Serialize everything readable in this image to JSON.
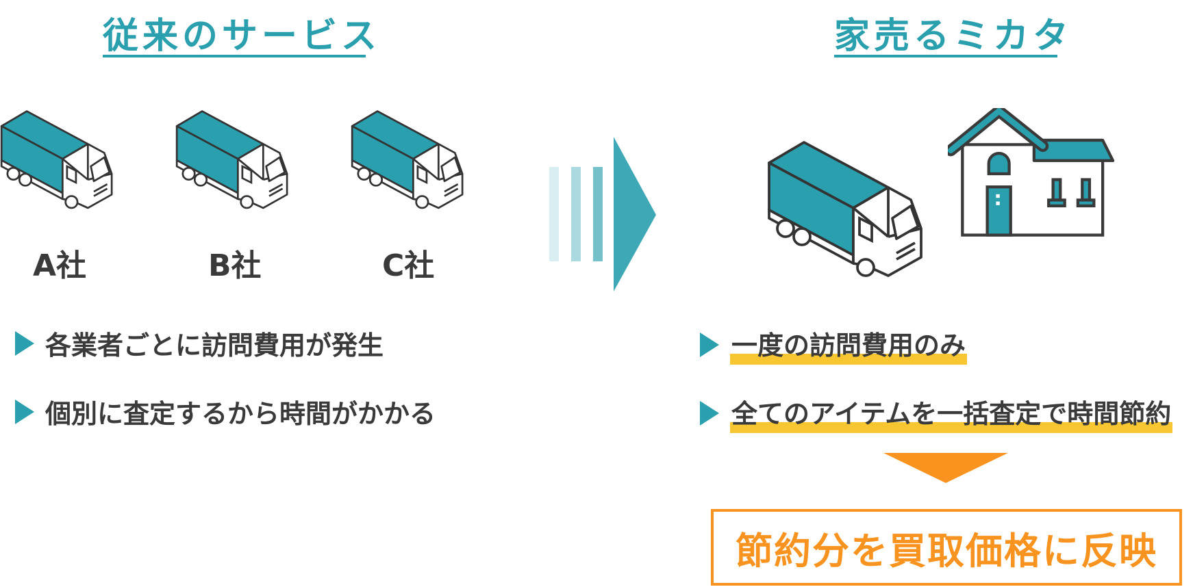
{
  "left": {
    "heading": "従来のサービス",
    "companies": [
      "A社",
      "B社",
      "C社"
    ],
    "points": [
      "各業者ごとに訪問費用が発生",
      "個別に査定するから時間がかかる"
    ]
  },
  "right": {
    "heading": "家売るミカタ",
    "points": [
      "一度の訪問費用のみ",
      "全てのアイテムを一括査定で時間節約"
    ],
    "result": "節約分を買取価格に反映"
  },
  "colors": {
    "teal": "#2a9fae",
    "dark": "#3a3a3a",
    "highlight": "#f7c630",
    "orange": "#f7931e"
  }
}
